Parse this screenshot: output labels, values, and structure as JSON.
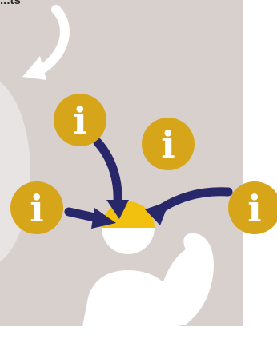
{
  "caption": {
    "text": "...ts"
  },
  "colors": {
    "background": "#ffffff",
    "panel": "#d7d0cd",
    "bubble": "#e8e4e3",
    "badge": "#d6a51a",
    "badge_glyph": "#ffffff",
    "arrow": "#27276a",
    "figure": "#ffffff",
    "crown": "#f2c10f"
  },
  "icons": {
    "curved_arrow": "curved-arrow-icon",
    "info": "info-icon",
    "person": "flexing-person-icon"
  },
  "badges": [
    {
      "name": "info-badge-top",
      "glyph": "i"
    },
    {
      "name": "info-badge-top-right",
      "glyph": "i"
    },
    {
      "name": "info-badge-left",
      "glyph": "i"
    },
    {
      "name": "info-badge-right",
      "glyph": "i"
    }
  ]
}
